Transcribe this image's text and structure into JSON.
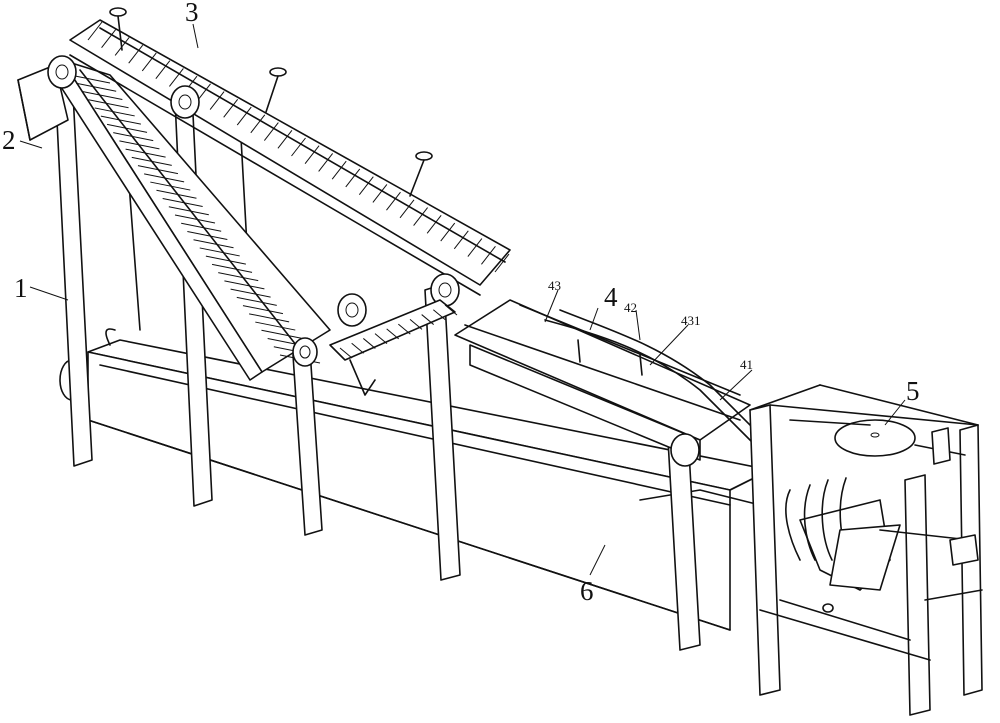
{
  "labels": {
    "l1": "1",
    "l2": "2",
    "l3": "3",
    "l4": "4",
    "l5": "5",
    "l6": "6",
    "l41": "41",
    "l42": "42",
    "l43": "43",
    "l431": "431"
  }
}
